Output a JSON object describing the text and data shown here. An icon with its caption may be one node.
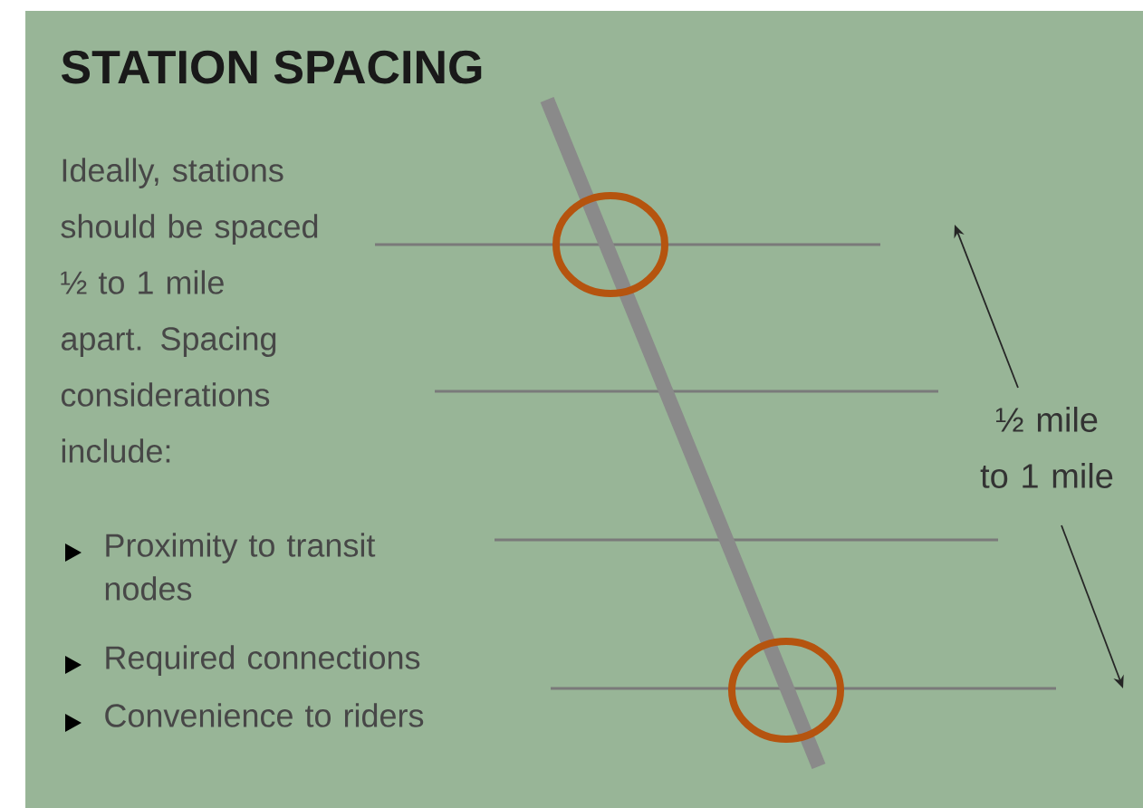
{
  "diagram": {
    "title": "STATION SPACING",
    "labels": [
      "Ideally, stations should be spaced ½ to 1 mile apart. Spacing considerations include:",
      "Proximity to transit nodes",
      "Required connections",
      "Convenience to riders",
      "½ mile to 1 mile"
    ]
  }
}
